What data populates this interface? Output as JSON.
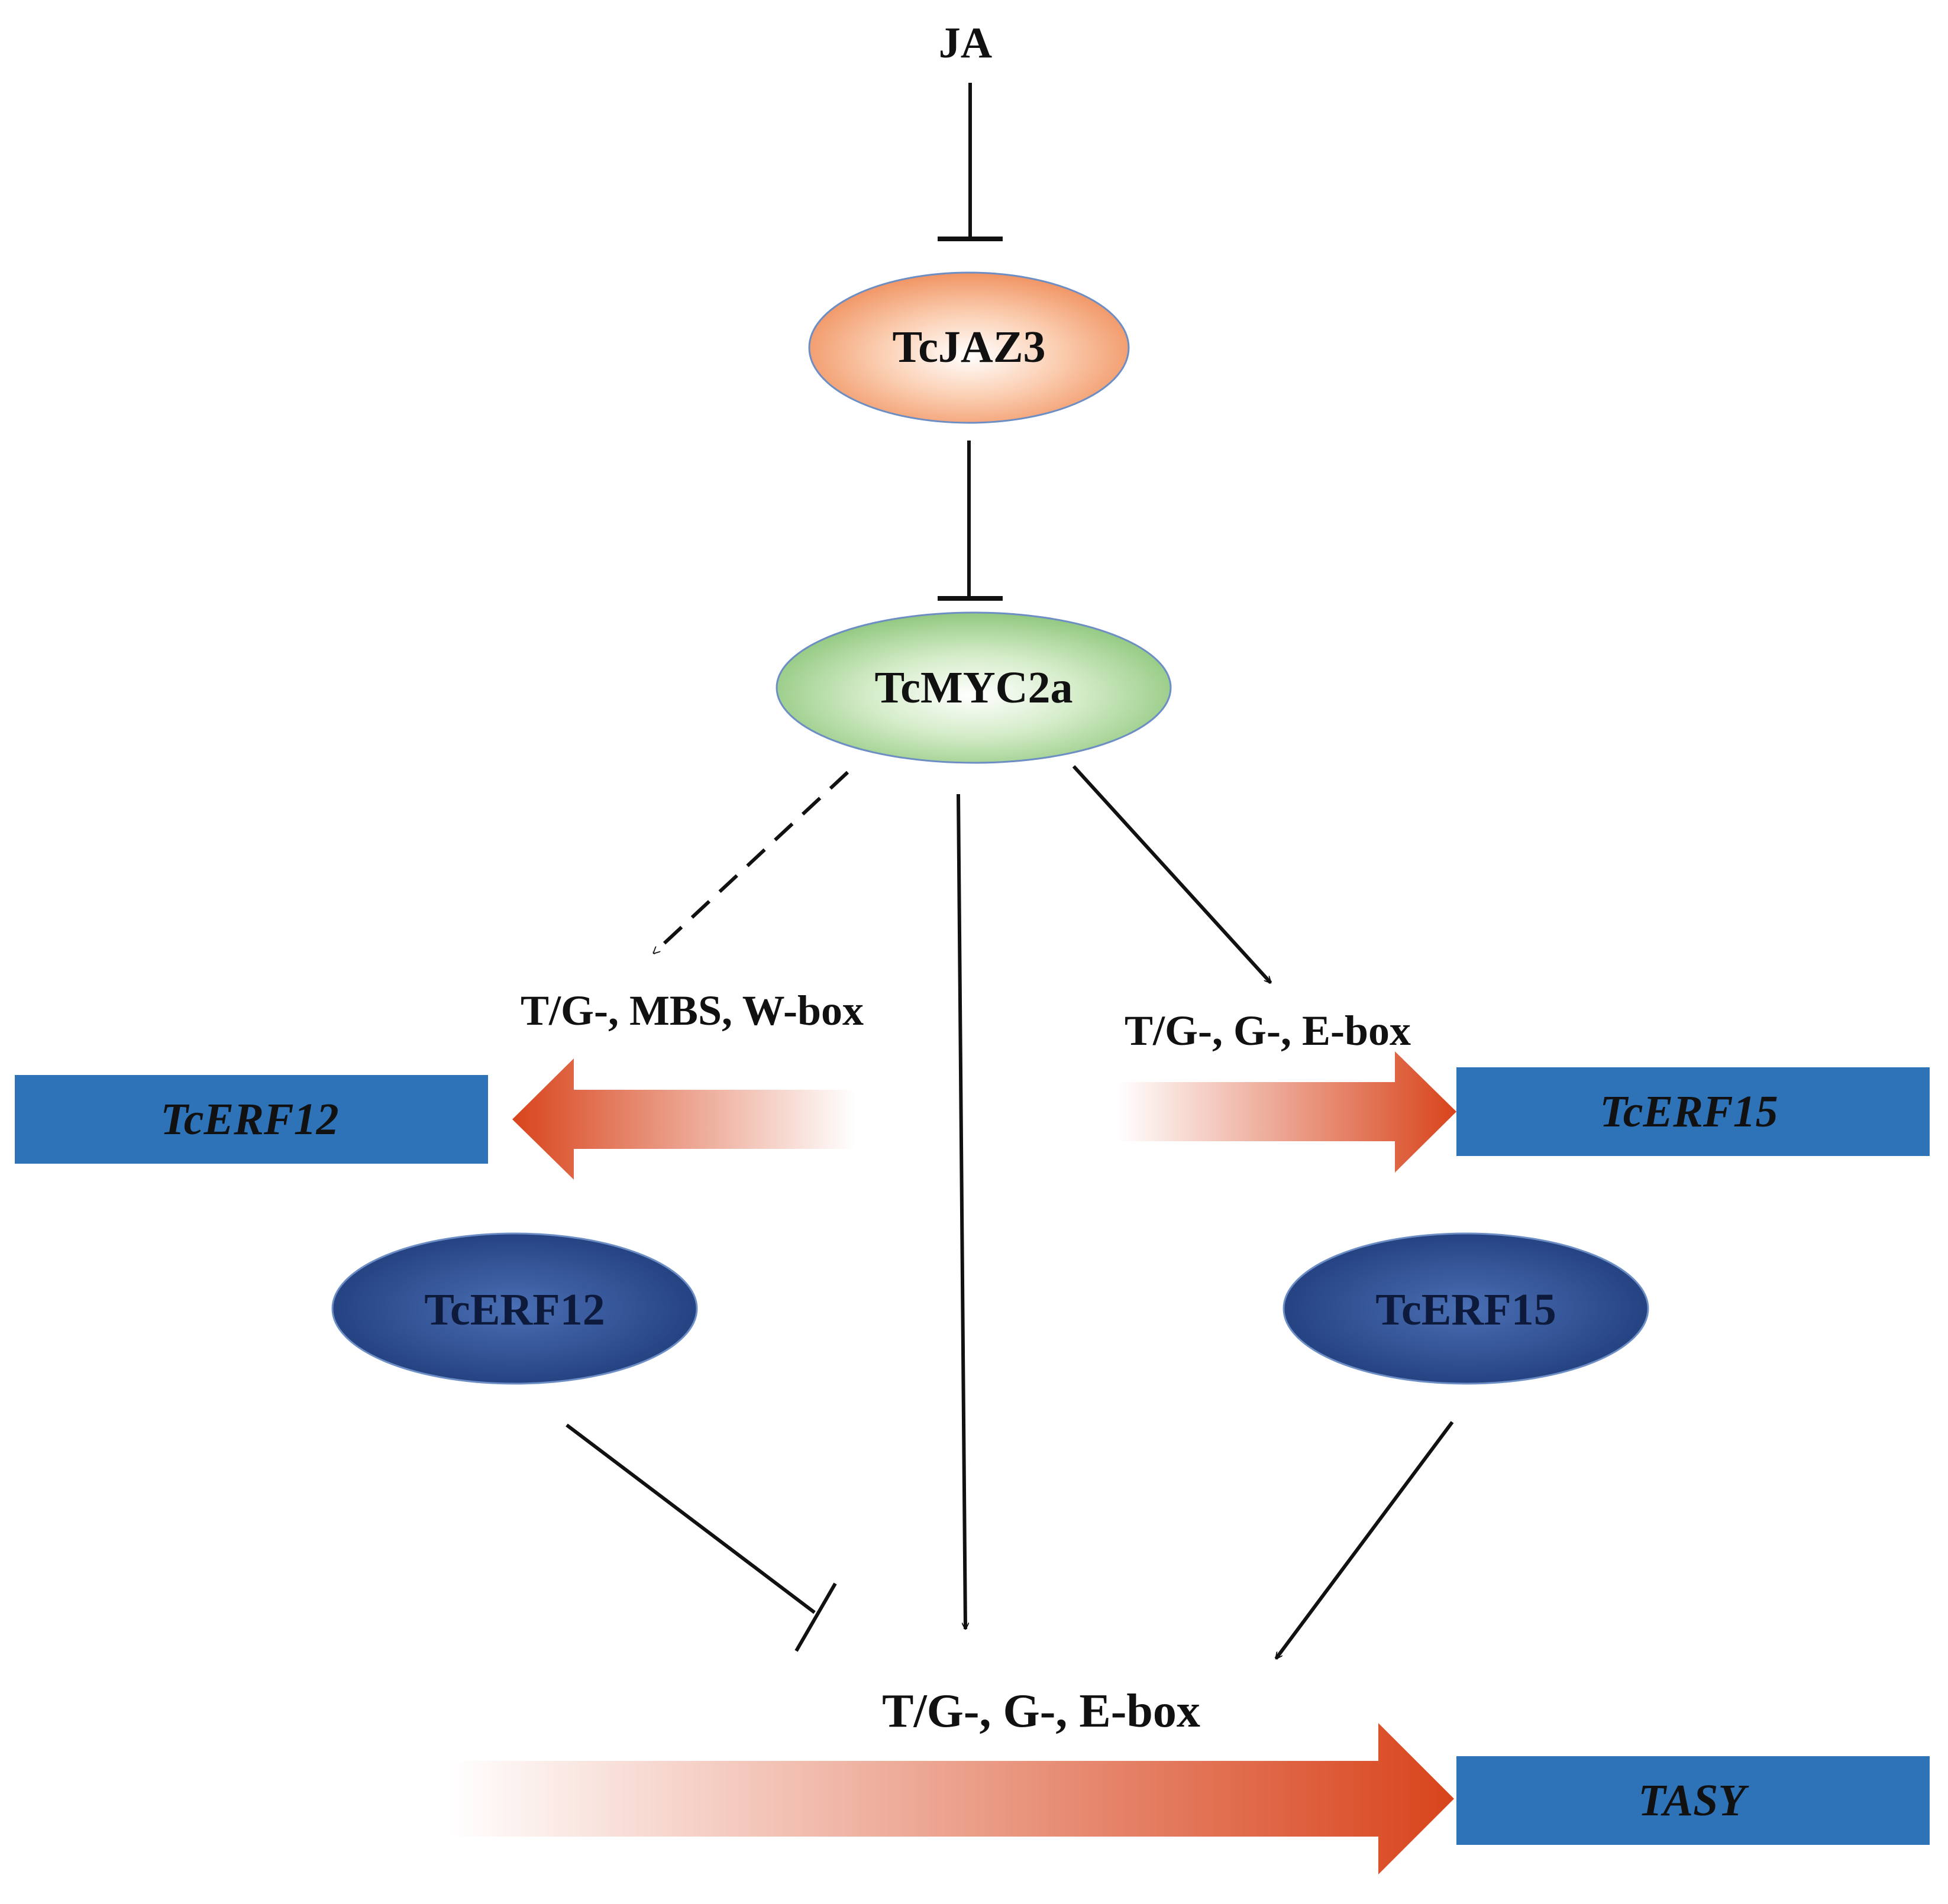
{
  "signal": "JA",
  "proteins": {
    "jaz": "TcJAZ3",
    "myc": "TcMYC2a",
    "erf12": "TcERF12",
    "erf15": "TcERF15"
  },
  "genes": {
    "erf12": "TcERF12",
    "erf15": "TcERF15",
    "tasy": "TASY"
  },
  "promoter_elements": {
    "erf12": "T/G-, MBS, W-box",
    "erf15": "T/G-, G-, E-box",
    "tasy": "T/G-, G-, E-box"
  },
  "colors": {
    "jaz_fill": "#f4a57c",
    "myc_fill": "#a8d59a",
    "erf_protein_fill": "#2c4a8c",
    "gene_box": "#2e73b8",
    "promoter_arrow": "#d8441c",
    "line": "#111111"
  }
}
